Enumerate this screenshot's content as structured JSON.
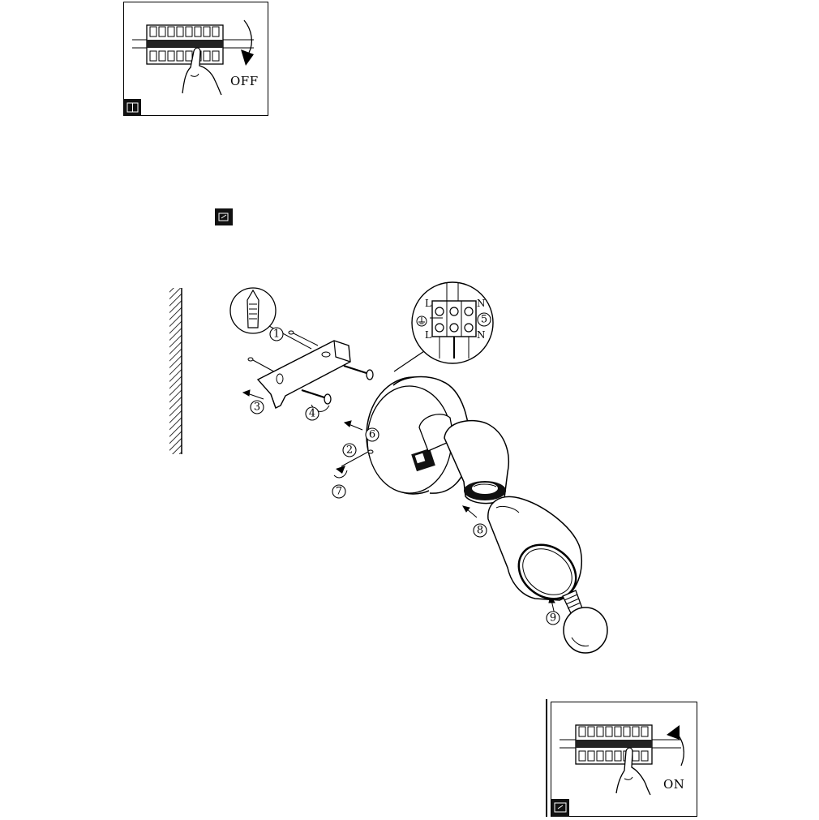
{
  "breaker_off": {
    "label": "OFF"
  },
  "breaker_on": {
    "label": "ON"
  },
  "callouts": [
    "1",
    "2",
    "3",
    "4",
    "5",
    "6",
    "7",
    "8",
    "9"
  ],
  "terminal_labels": {
    "left_top": "L",
    "left_bottom": "L",
    "right_top": "N",
    "right_bottom": "N"
  },
  "icons": [
    "circuit-breaker-icon",
    "instruction-manual-icon",
    "earth-ground-icon",
    "wall-hatch"
  ]
}
